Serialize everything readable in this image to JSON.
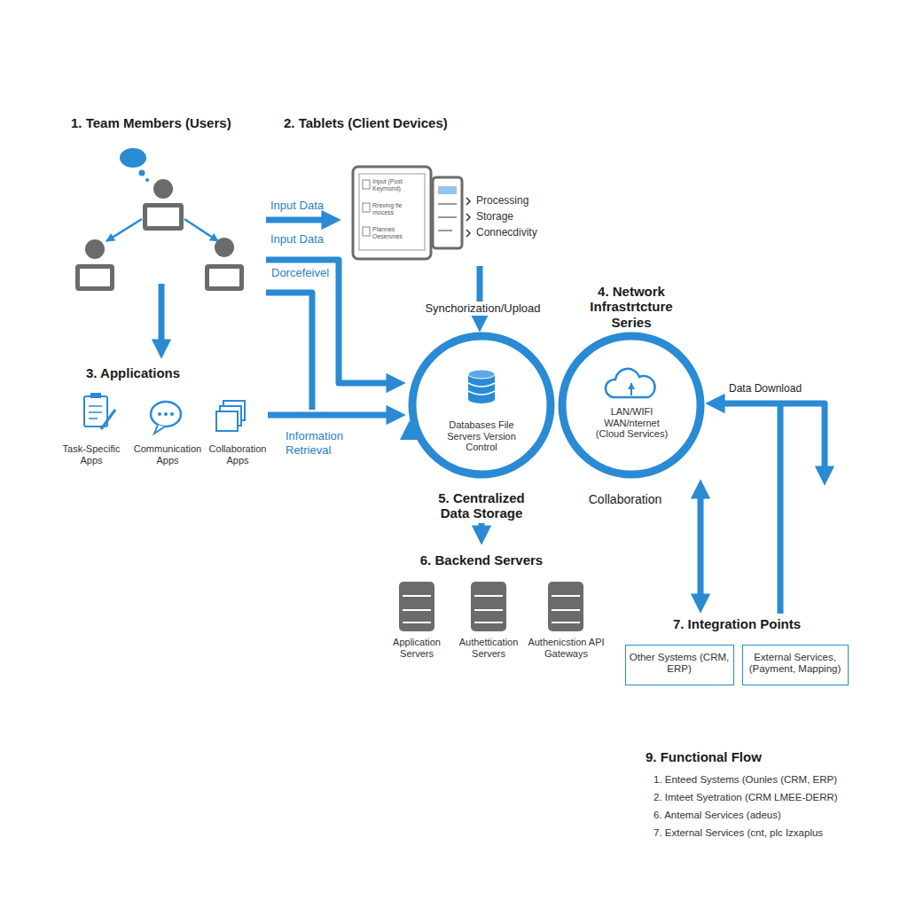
{
  "diagram": {
    "nodes": [
      {
        "text": [
          "1. Team Members (Users)"
        ]
      },
      {
        "text": [
          "2. Tablets (Client Devices)",
          "Processing",
          "Storage",
          "Connecdivity"
        ]
      },
      {
        "text": [
          "3. Applications"
        ]
      },
      {
        "text": [
          "Task-Specific Apps"
        ],
        "in": 2
      },
      {
        "text": [
          "Communication Apps"
        ],
        "in": 2
      },
      {
        "text": [
          "Collaboration Apps"
        ],
        "in": 2
      },
      {
        "text": [
          "Databases File Servers Version Control",
          "5. Centralized Data Storage"
        ]
      },
      {
        "text": [
          "4. Network Infrastrtcture Series",
          "LAN/WIFI WAN/nternet (Cloud Services)"
        ]
      },
      {
        "text": [
          "6. Backend Servers"
        ]
      },
      {
        "text": [
          "Application Servers"
        ],
        "in": 8
      },
      {
        "text": [
          "Authettication Servers"
        ],
        "in": 8
      },
      {
        "text": [
          "Authenicstion API Gateways"
        ],
        "in": 8
      },
      {
        "text": [
          "7. Integration Points"
        ]
      },
      {
        "text": [
          "Other Systems (CRM, ERP)"
        ],
        "in": 12
      },
      {
        "text": [
          "External Services, (Payment, Mapping)"
        ],
        "in": 12
      }
    ],
    "edges": [
      {
        "from": 0,
        "to": 1,
        "arrow": "to",
        "label": "Input Data"
      },
      {
        "from": 0,
        "to": 6,
        "arrow": "to",
        "label": "Dorcefeivel"
      },
      {
        "from": 2,
        "to": 6,
        "arrow": "to",
        "label": "Information Retrieval"
      },
      {
        "from": 0,
        "to": 2,
        "arrow": "to"
      },
      {
        "from": 1,
        "to": 6,
        "arrow": "to",
        "label": "Synchorization/Upload"
      },
      {
        "from": 6,
        "to": 8,
        "arrow": "to"
      },
      {
        "from": 12,
        "to": 7,
        "arrow": "to",
        "label": "Data Download"
      },
      {
        "from": 7,
        "to": 12,
        "arrow": "both"
      }
    ],
    "labels": [
      "Input Data",
      "Input (Post Keymond)",
      "Rreving fie mocess",
      "Plannes Oeservnes",
      "Collaboration",
      "9. Functional Flow",
      "1. Enteed Systems (Ounles (CRM, ERP)",
      "2. Imteet Syetration (CRM LMEE-DERR)",
      "6. Antemal Services (adeus)",
      "7. External Services (cnt, plc Izxaplus"
    ]
  }
}
